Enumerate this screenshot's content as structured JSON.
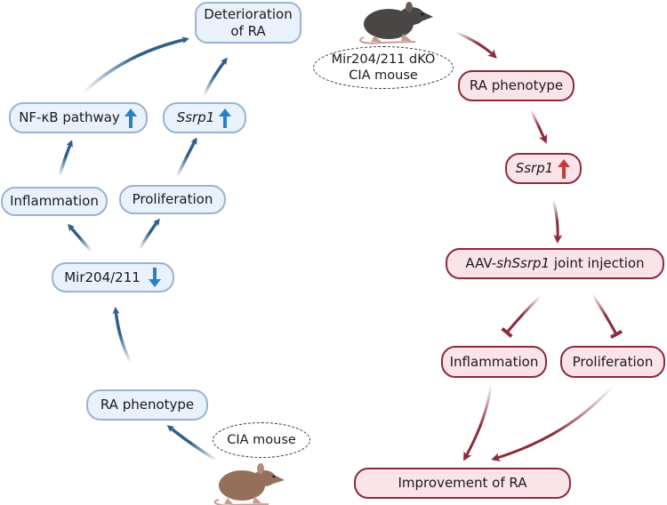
{
  "left_panel": {
    "theme_color": "#2f5f8a",
    "arrow_icon_color": "#2d7fc4",
    "nodes": {
      "deterioration": {
        "line1": "Deterioration",
        "line2": "of RA"
      },
      "nfkb": {
        "label": "NF-κB pathway",
        "trend": "up"
      },
      "ssrp1": {
        "label": "Ssrp1",
        "trend": "up"
      },
      "inflammation": {
        "label": "Inflammation"
      },
      "proliferation": {
        "label": "Proliferation"
      },
      "mir": {
        "label": "Mir204/211",
        "trend": "down"
      },
      "ra_phenotype": {
        "label": "RA phenotype"
      }
    },
    "mouse_label": "CIA mouse",
    "mouse_color": "#94705a"
  },
  "right_panel": {
    "theme_color": "#8b2a3c",
    "arrow_icon_color": "#c83a3a",
    "mouse_label_line1": "Mir204/211 dKO",
    "mouse_label_line2": "CIA mouse",
    "mouse_color": "#4a4646",
    "nodes": {
      "ra_phenotype": {
        "label": "RA phenotype"
      },
      "ssrp1": {
        "label": "Ssrp1",
        "trend": "up"
      },
      "aav": {
        "prefix": "AAV-",
        "italic": "shSsrp1",
        "suffix": " joint injection"
      },
      "inflammation": {
        "label": "Inflammation"
      },
      "proliferation": {
        "label": "Proliferation"
      },
      "improvement": {
        "label": "Improvement of RA"
      }
    }
  }
}
